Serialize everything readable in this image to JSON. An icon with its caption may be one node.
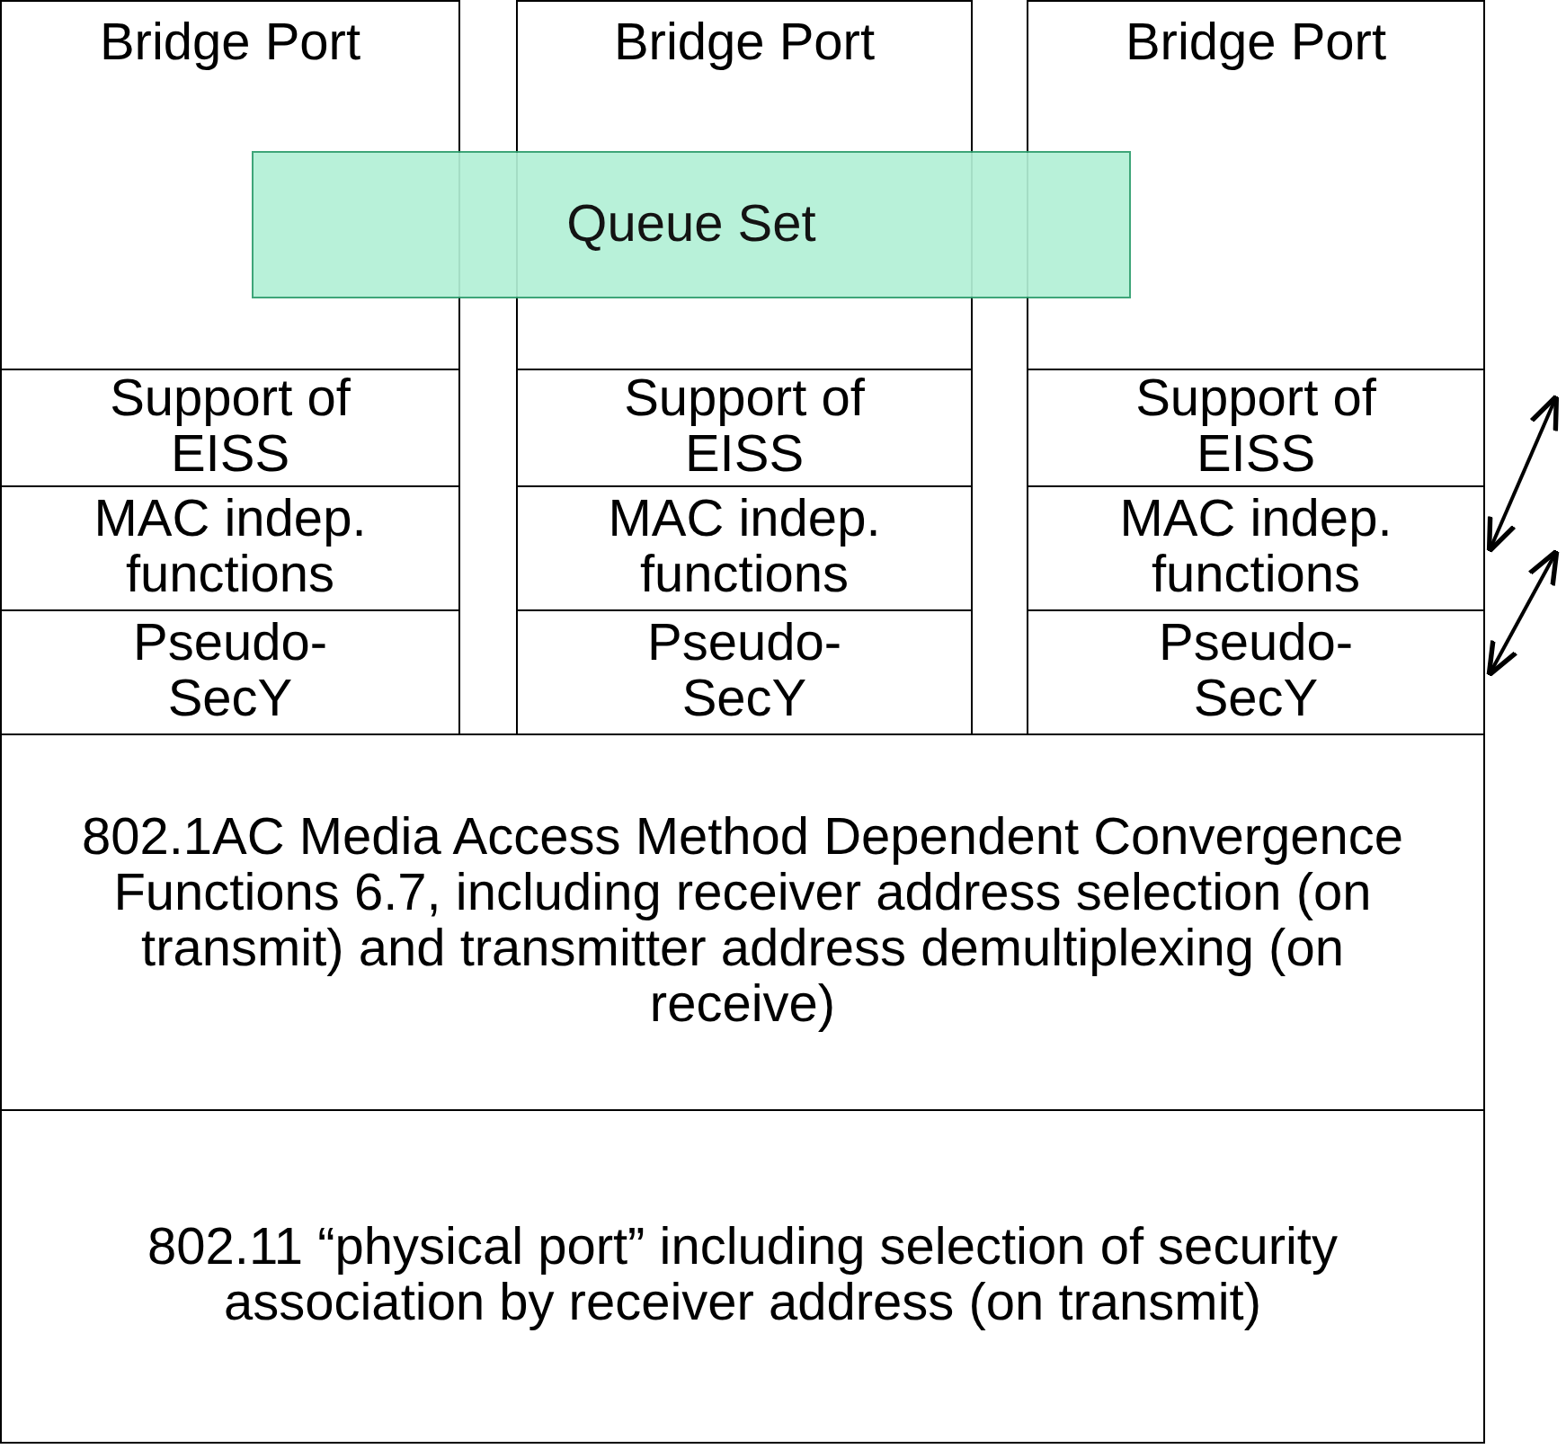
{
  "diagram": {
    "nodes": [
      {
        "text": [
          "Bridge Port"
        ]
      },
      {
        "text": [
          "Bridge Port"
        ]
      },
      {
        "text": [
          "Bridge Port"
        ]
      },
      {
        "text": [
          "Queue Set"
        ]
      },
      {
        "text": [
          "Support of EISS"
        ]
      },
      {
        "text": [
          "Support of EISS"
        ]
      },
      {
        "text": [
          "Support of EISS"
        ]
      },
      {
        "text": [
          "MAC indep. functions"
        ]
      },
      {
        "text": [
          "MAC indep. functions"
        ]
      },
      {
        "text": [
          "MAC indep. functions"
        ]
      },
      {
        "text": [
          "Pseudo- SecY"
        ]
      },
      {
        "text": [
          "Pseudo- SecY"
        ]
      },
      {
        "text": [
          "Pseudo- SecY"
        ]
      },
      {
        "text": [
          "802.1AC Media Access Method Dependent Convergence Functions 6.7, including receiver address selection (on transmit) and transmitter address demultiplexing (on receive)"
        ]
      },
      {
        "text": [
          "802.11 “physical port” including selection of security association by receiver address (on transmit)"
        ]
      }
    ],
    "edges": [
      {
        "from": 9,
        "to": null,
        "arrow": "both"
      },
      {
        "from": 12,
        "to": null,
        "arrow": "both"
      }
    ]
  }
}
